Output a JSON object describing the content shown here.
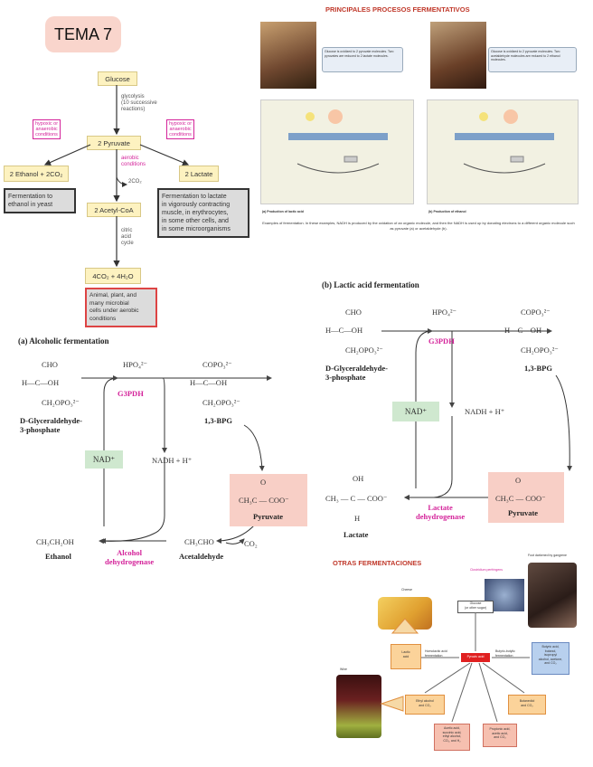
{
  "tema": "TEMA 7",
  "pathway": {
    "glucose": "Glucose",
    "glycolysis": [
      "glycolysis",
      "(10 successive",
      "reactions)"
    ],
    "hypoxic_left": [
      "hypoxic or",
      "anaerobic",
      "conditions"
    ],
    "hypoxic_right": [
      "hypoxic or",
      "anaerobic",
      "conditions"
    ],
    "pyruvate": "2 Pyruvate",
    "aerobic": [
      "aerobic",
      "conditions"
    ],
    "co2": "2CO₂",
    "ethanol": "2 Ethanol + 2CO₂",
    "lactate": "2 Lactate",
    "ferm_ethanol": [
      "Fermentation to",
      "ethanol in yeast"
    ],
    "ferm_lactate": [
      "Fermentation to lactate",
      "in vigorously contracting",
      "muscle, in erythrocytes,",
      "in some other cells, and",
      "in some microorganisms"
    ],
    "acetylcoa": "2 Acetyl-CoA",
    "citric": [
      "citric",
      "acid",
      "cycle"
    ],
    "final": "4CO₂ + 4H₂O",
    "animal": [
      "Animal, plant, and",
      "many microbial",
      "cells under aerobic",
      "conditions"
    ]
  },
  "top_right": {
    "title": "PRINCIPALES PROCESOS FERMENTATIVOS",
    "bubble_left": "Glucose is oxidized to 2 pyruvate molecules. Two pyruvates are reduced to 2 lactate molecules.",
    "bubble_right": "Glucose is oxidized to 2 pyruvate molecules. Two acetaldehyde molecules are reduced to 2 ethanol molecules.",
    "label_a": "(a) Production of lactic acid",
    "label_b": "(b) Production of ethanol",
    "caption": "Examples of fermentation.   In these examples, NADH is produced by the oxidation of an organic molecule, and then the NADH is used up by donating electrons to a different organic molecule such as pyruvate (a) or acetaldehyde (b)."
  },
  "alcoholic": {
    "title": "(a) Alcoholic fermentation",
    "cho": "CHO",
    "hcoh": "H—C—OH",
    "ch2opo3": "CH₂OPO₃²⁻",
    "g3p": [
      "D-Glyceraldehyde-",
      "3-phosphate"
    ],
    "hpo4": "HPO₄²⁻",
    "g3pdh": "G3PDH",
    "copo3": "COPO₃²⁻",
    "bpg": "1,3-BPG",
    "nad": "NAD⁺",
    "nadh": "NADH  +  H⁺",
    "pyruvate_struct": "CH₃C — COO⁻",
    "pyruvate": "Pyruvate",
    "ethanol_struct": "CH₃CH₂OH",
    "ethanol": "Ethanol",
    "alcohol_dh": [
      "Alcohol",
      "dehydrogenase"
    ],
    "acetaldehyde_struct": "CH₃CHO",
    "acetaldehyde": "Acetaldehyde",
    "co2": "CO₂"
  },
  "lactic": {
    "title": "(b) Lactic acid fermentation",
    "cho": "CHO",
    "hcoh": "H—C—OH",
    "ch2opo3": "CH₂OPO₃²⁻",
    "g3p": [
      "D-Glyceraldehyde-",
      "3-phosphate"
    ],
    "hpo4": "HPO₄²⁻",
    "g3pdh": "G3PDH",
    "copo3": "COPO₃²⁻",
    "bpg": "1,3-BPG",
    "nad": "NAD⁺",
    "nadh": "NADH  +  H⁺",
    "lactate_struct": "CH₃ — C — COO⁻",
    "lactate": "Lactate",
    "ldh": [
      "Lactate",
      "dehydrogenase"
    ],
    "pyruvate_struct": "CH₃C — COO⁻",
    "pyruvate": "Pyruvate"
  },
  "otras": {
    "title": "OTRAS FERMENTACIONES",
    "clostridium": "Clostridium perfringens",
    "gangrene": "Foot darkened by gangrene",
    "cheese": "Cheese",
    "wine": "Wine",
    "glucose": [
      "Glucose",
      "(or other sugar)"
    ],
    "pyruvic": "Pyruvic acid",
    "lactic_acid": [
      "Lactic",
      "acid"
    ],
    "homolactic": [
      "Homolactic acid",
      "fermentation"
    ],
    "butyric_ferm": [
      "Butyric-butylic",
      "fermentation"
    ],
    "butyric": [
      "Butyric acid,",
      "butanol,",
      "isopropyl",
      "alcohol, acetone,",
      "and CO₂"
    ],
    "ethyl": [
      "Ethyl alcohol",
      "and CO₂"
    ],
    "butanediol": [
      "Butanediol",
      "and CO₂"
    ],
    "acetic": [
      "Acetic acid,",
      "succinic acid,",
      "ethyl alcohol,",
      "CO₂, and H₂"
    ],
    "propionic": [
      "Propionic acid,",
      "acetic acid,",
      "and CO₂"
    ]
  }
}
